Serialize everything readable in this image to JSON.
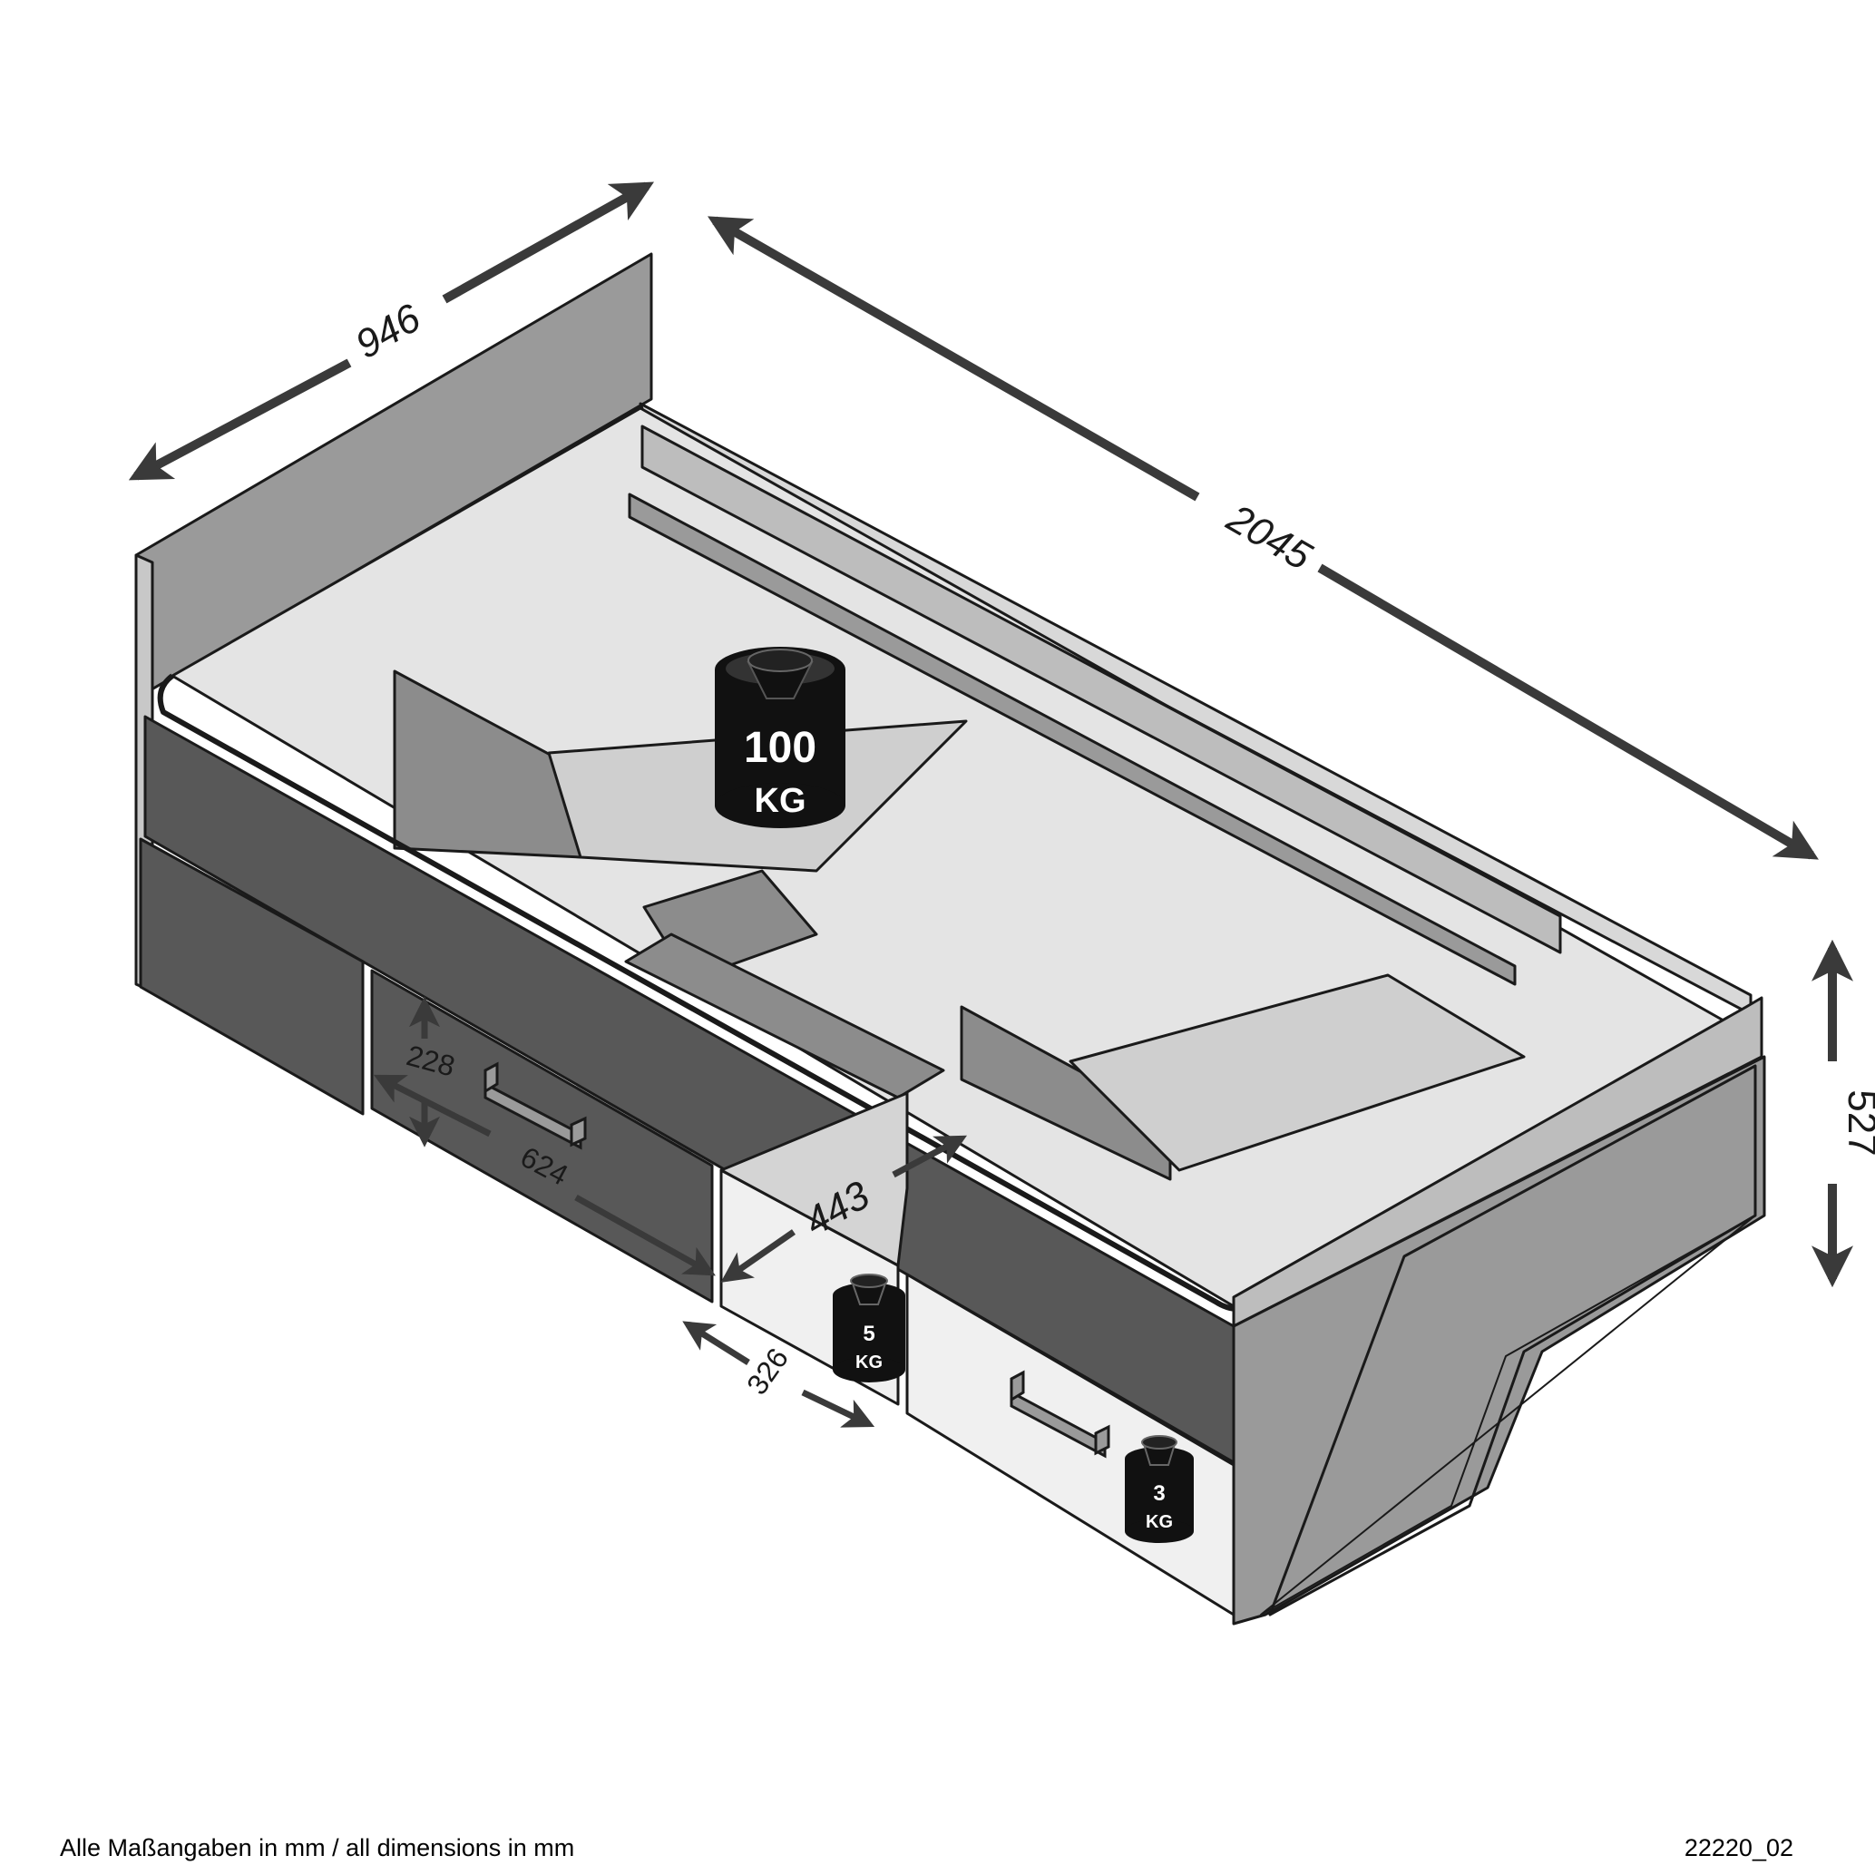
{
  "dimensions": {
    "depth": "946",
    "length": "2045",
    "height": "527",
    "drawer_height": "228",
    "drawer_width": "624",
    "compartment_height": "443",
    "compartment_depth": "326"
  },
  "loads": {
    "bed": {
      "value": "100",
      "unit": "KG"
    },
    "compartment": {
      "value": "5",
      "unit": "KG"
    },
    "drawer": {
      "value": "3",
      "unit": "KG"
    }
  },
  "footer": {
    "note": "Alle Maßangaben in mm / all dimensions in mm",
    "code": "22220_02"
  },
  "colors": {
    "line": "#1a1a1a",
    "arrow": "#3a3a3a",
    "dark_panel": "#585858",
    "mid_panel": "#9a9a9a",
    "light_panel": "#c8c8c8",
    "weight": "#111111"
  },
  "icons": [
    "weight-icon",
    "drawer-handle-icon"
  ]
}
